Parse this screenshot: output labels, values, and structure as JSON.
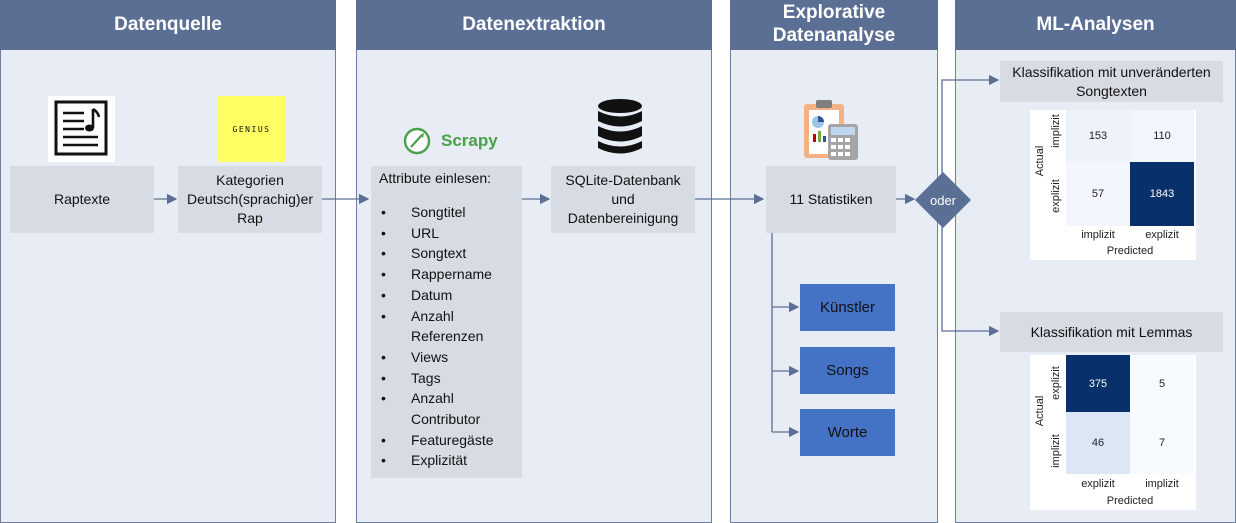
{
  "columns": {
    "datenquelle": "Datenquelle",
    "datenextraktion": "Datenextraktion",
    "explorative": "Explorative Datenanalyse",
    "ml": "ML-Analysen"
  },
  "source": {
    "raptexte": "Raptexte",
    "kategorien": "Kategorien Deutsch(sprachig)er Rap",
    "genius_logo": "GENIUS"
  },
  "extraction": {
    "scrapy_logo": "Scrapy",
    "attribute_title": "Attribute einlesen:",
    "attributes": [
      "Songtitel",
      "URL",
      "Songtext",
      "Rappername",
      "Datum",
      "Anzahl Referenzen",
      "Views",
      "Tags",
      "Anzahl Contributor",
      "Featuregäste",
      "Explizität"
    ],
    "sqlite": "SQLite-Datenbank und Datenbereinigung"
  },
  "eda": {
    "statistiken": "11 Statistiken",
    "kuenstler": "Künstler",
    "songs": "Songs",
    "worte": "Worte",
    "oder": "oder"
  },
  "ml": {
    "klass1": "Klassifikation mit unveränderten Songtexten",
    "klass2": "Klassifikation mit Lemmas",
    "cm1": {
      "ylabel": "Actual",
      "xlabel": "Predicted",
      "row_labels": [
        "implizit",
        "explizit"
      ],
      "col_labels": [
        "implizit",
        "explizit"
      ],
      "values": [
        [
          153,
          110
        ],
        [
          57,
          1843
        ]
      ]
    },
    "cm2": {
      "ylabel": "Actual",
      "xlabel": "Predicted",
      "row_labels": [
        "explizit",
        "implizit"
      ],
      "col_labels": [
        "explizit",
        "implizit"
      ],
      "values": [
        [
          375,
          5
        ],
        [
          46,
          7
        ]
      ]
    }
  },
  "colors": {
    "header": "#5b6f95",
    "panel": "#e8ecf4",
    "box": "#d7dbe3",
    "blue_box": "#4472c4",
    "arrow": "#5b6f95"
  }
}
